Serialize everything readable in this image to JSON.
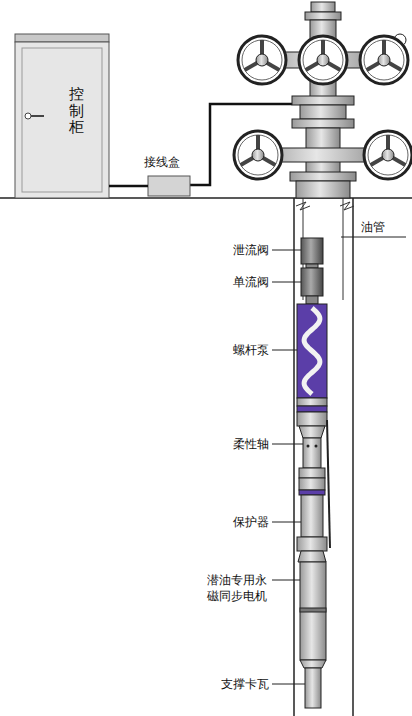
{
  "diagram": {
    "nodes": [
      {
        "text": [
          "控制柜"
        ]
      },
      {
        "text": [
          "接线盒"
        ]
      }
    ],
    "edges": [
      {
        "from": 0,
        "to": 1,
        "arrow": "none"
      }
    ],
    "labels": [
      "油管",
      "泄流阀",
      "单流阀",
      "螺杆泵",
      "柔性轴",
      "保护器",
      "潜油专用永磁同步电机",
      "支撑卡瓦"
    ]
  }
}
